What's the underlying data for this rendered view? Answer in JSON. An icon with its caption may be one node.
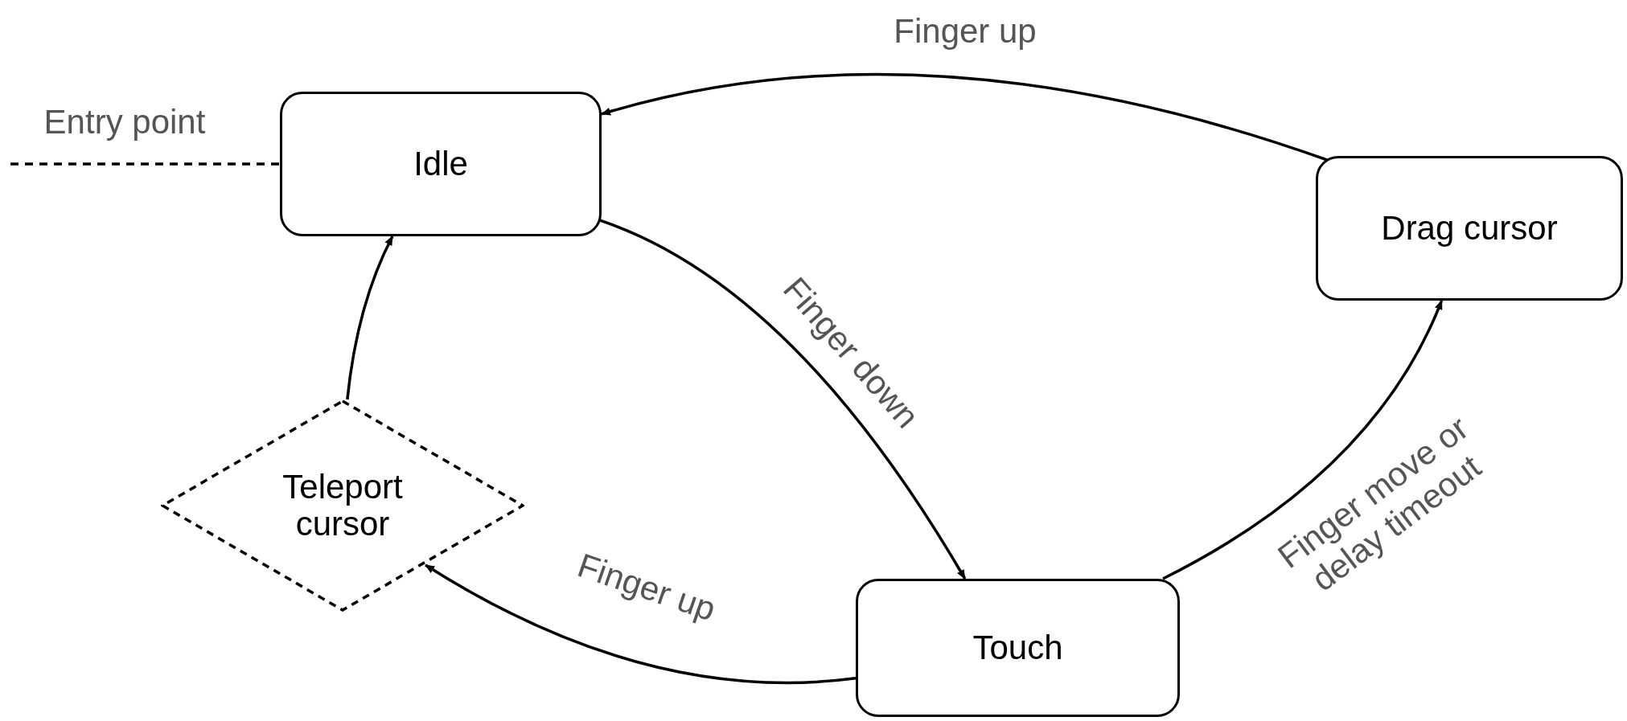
{
  "diagram": {
    "nodes": [
      {
        "text": [
          "Idle"
        ]
      },
      {
        "text": [
          "Drag cursor"
        ]
      },
      {
        "text": [
          "Touch"
        ]
      },
      {
        "text": [
          "Teleport cursor"
        ]
      }
    ],
    "edges": [
      {
        "from": null,
        "to": 0,
        "arrow": "none",
        "style": "dashed",
        "label": "Entry point"
      },
      {
        "from": 1,
        "to": 0,
        "arrow": "to",
        "label": "Finger up"
      },
      {
        "from": 0,
        "to": 2,
        "arrow": "to",
        "label": "Finger down"
      },
      {
        "from": 2,
        "to": 3,
        "arrow": "to",
        "label": "Finger up"
      },
      {
        "from": 3,
        "to": 0,
        "arrow": "to"
      },
      {
        "from": 2,
        "to": 1,
        "arrow": "to",
        "label": "Finger move or delay timeout"
      }
    ]
  }
}
